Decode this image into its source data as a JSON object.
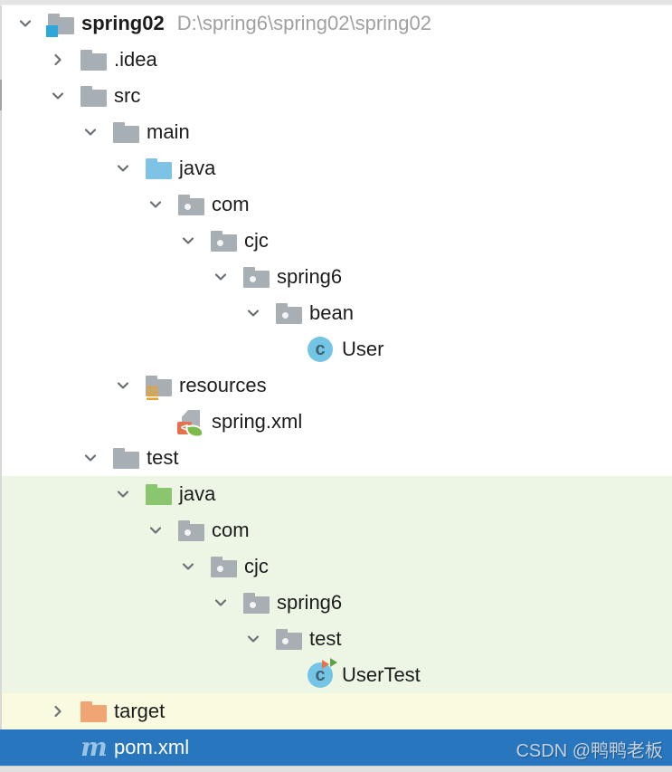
{
  "watermark": "CSDN @鸭鸭老板",
  "icons": {
    "class_letter": "c",
    "maven_letter": "m",
    "spring_badge": "<"
  },
  "colors": {
    "selection_blue": "#2876BD",
    "test_row_green": "#EDF6E5",
    "excluded_row_yellow": "#FAFAE0",
    "folder_gray": "#A7AEB4",
    "source_folder_blue": "#7EC2E5",
    "test_folder_green": "#8AC66D",
    "excluded_folder_orange": "#F0A575",
    "class_circle_blue": "#74C4E6",
    "maven_blue": "#9AC4E4",
    "spring_orange": "#E4704D",
    "spring_leaf": "#7CBA4B",
    "resources_yellow": "#E3A338",
    "project_badge_blue": "#2EA7DB"
  },
  "tree": {
    "items": [
      {
        "label": "spring02",
        "path": "D:\\spring6\\spring02\\spring02",
        "level": 0,
        "chevron": "down",
        "icon": "project-folder",
        "bold": true,
        "bg": "none"
      },
      {
        "label": ".idea",
        "level": 1,
        "chevron": "right",
        "icon": "folder",
        "bg": "none"
      },
      {
        "label": "src",
        "level": 1,
        "chevron": "down",
        "icon": "folder",
        "bg": "none"
      },
      {
        "label": "main",
        "level": 2,
        "chevron": "down",
        "icon": "folder",
        "bg": "none"
      },
      {
        "label": "java",
        "level": 3,
        "chevron": "down",
        "icon": "folder-source",
        "bg": "none"
      },
      {
        "label": "com",
        "level": 4,
        "chevron": "down",
        "icon": "package",
        "bg": "none"
      },
      {
        "label": "cjc",
        "level": 5,
        "chevron": "down",
        "icon": "package",
        "bg": "none"
      },
      {
        "label": "spring6",
        "level": 6,
        "chevron": "down",
        "icon": "package",
        "bg": "none"
      },
      {
        "label": "bean",
        "level": 7,
        "chevron": "down",
        "icon": "package",
        "bg": "none"
      },
      {
        "label": "User",
        "level": 8,
        "chevron": "none",
        "icon": "class",
        "bg": "none"
      },
      {
        "label": "resources",
        "level": 3,
        "chevron": "down",
        "icon": "folder-resources",
        "bg": "none"
      },
      {
        "label": "spring.xml",
        "level": 4,
        "chevron": "none",
        "icon": "spring-config",
        "bg": "none"
      },
      {
        "label": "test",
        "level": 2,
        "chevron": "down",
        "icon": "folder",
        "bg": "none"
      },
      {
        "label": "java",
        "level": 3,
        "chevron": "down",
        "icon": "folder-test",
        "bg": "green"
      },
      {
        "label": "com",
        "level": 4,
        "chevron": "down",
        "icon": "package",
        "bg": "green"
      },
      {
        "label": "cjc",
        "level": 5,
        "chevron": "down",
        "icon": "package",
        "bg": "green"
      },
      {
        "label": "spring6",
        "level": 6,
        "chevron": "down",
        "icon": "package",
        "bg": "green"
      },
      {
        "label": "test",
        "level": 7,
        "chevron": "down",
        "icon": "package",
        "bg": "green"
      },
      {
        "label": "UserTest",
        "level": 8,
        "chevron": "none",
        "icon": "class-test",
        "bg": "green"
      },
      {
        "label": "target",
        "level": 1,
        "chevron": "right",
        "icon": "folder-excluded",
        "bg": "yellow"
      },
      {
        "label": "pom.xml",
        "level": 1,
        "chevron": "none",
        "icon": "maven",
        "bg": "selected"
      }
    ]
  }
}
